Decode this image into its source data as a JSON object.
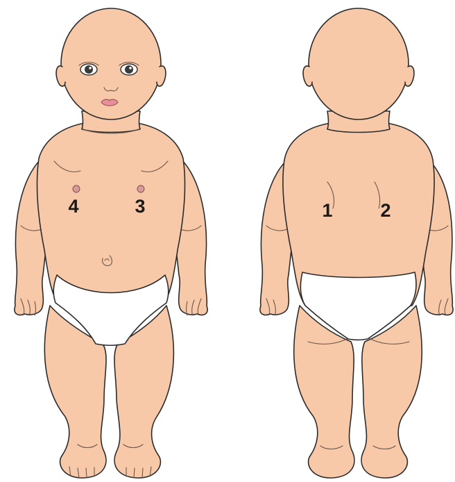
{
  "figure": {
    "views": [
      {
        "id": "front",
        "markers": [
          {
            "label": "4"
          },
          {
            "label": "3"
          }
        ]
      },
      {
        "id": "back",
        "markers": [
          {
            "label": "1"
          },
          {
            "label": "2"
          }
        ]
      }
    ],
    "colors": {
      "skin": "#f7c9a9",
      "outline": "#2b2b2b",
      "diaper": "#ffffff",
      "nipple": "#d99a98",
      "lips": "#e88f99"
    }
  }
}
